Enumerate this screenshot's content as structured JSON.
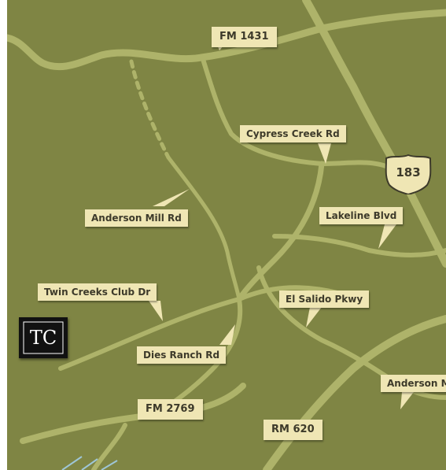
{
  "map": {
    "colors": {
      "background": "#7f8544",
      "road": "#aeb36a",
      "label_bg": "#efe6b4",
      "label_text": "#3d3a2a",
      "water": "#9ec6d6"
    },
    "labels": {
      "fm1431": "FM 1431",
      "cypress_creek": "Cypress Creek Rd",
      "anderson_mill": "Anderson Mill Rd",
      "lakeline": "Lakeline Blvd",
      "twin_creeks": "Twin Creeks Club Dr",
      "el_salido": "El Salido Pkwy",
      "dies_ranch": "Dies Ranch Rd",
      "anderson_mill_right": "Anderson M",
      "fm2769": "FM 2769",
      "rm620": "RM 620"
    },
    "highway_shield": {
      "number": "183",
      "icon": "us-highway-shield-icon"
    },
    "logo": {
      "text": "TC",
      "icon": "twin-creeks-logo-icon"
    }
  }
}
